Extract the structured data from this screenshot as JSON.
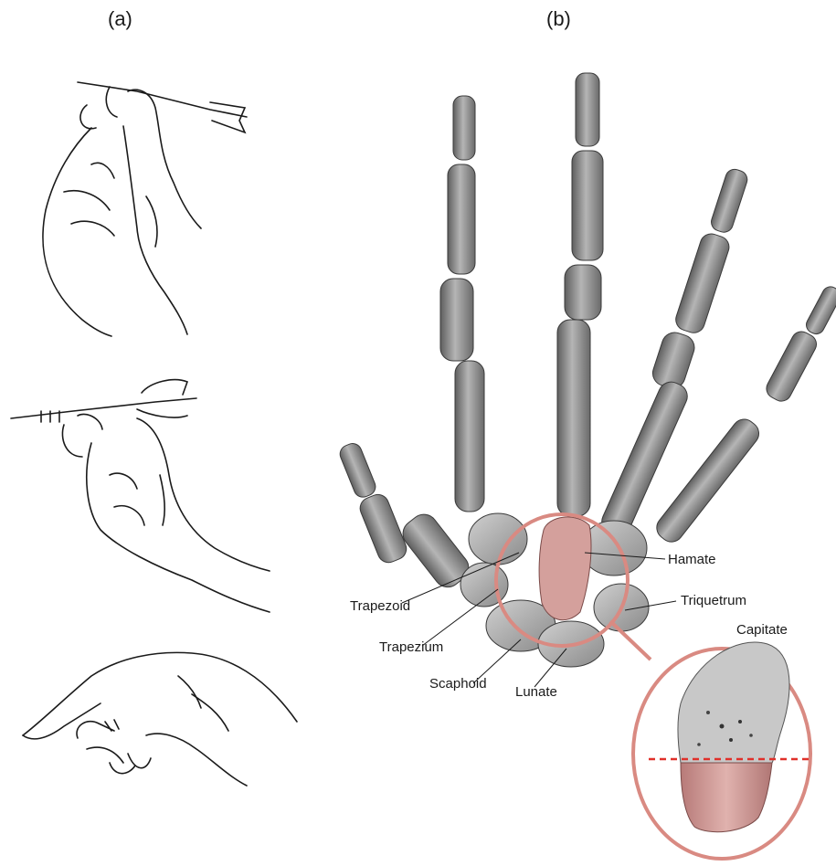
{
  "panels": {
    "a": "(a)",
    "b": "(b)"
  },
  "labels": {
    "hamate": "Hamate",
    "trapezoid": "Trapezoid",
    "triquetrum": "Triquetrum",
    "trapezium": "Trapezium",
    "capitate": "Capitate",
    "scaphoid": "Scaphoid",
    "lunate": "Lunate"
  },
  "colors": {
    "highlight_circle": "#d98a82",
    "capitate_fill": "#c98a88",
    "cut_line": "#e0302a",
    "bone": "#8a8a8a"
  }
}
